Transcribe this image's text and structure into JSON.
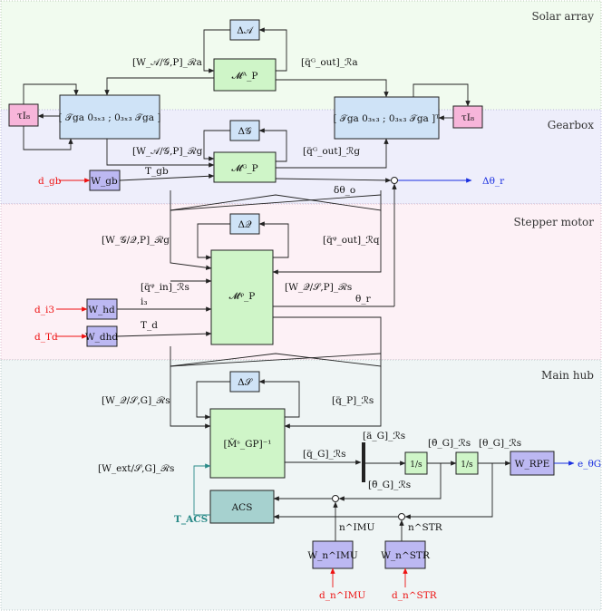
{
  "sections": {
    "solar": "Solar array",
    "gearbox": "Gearbox",
    "stepper": "Stepper motor",
    "hub": "Main hub"
  },
  "colors": {
    "solar_bg": "#f1fbef",
    "gearbox_bg": "#eeeefb",
    "stepper_bg": "#fdf1f6",
    "hub_bg": "#eff5f5",
    "green_block": "#cff5c8",
    "blue_block": "#cfe3f7",
    "pink_block": "#f7b5da",
    "purple_block": "#bcb8f2",
    "teal_block": "#a6d1cf",
    "red_input": "#e11111",
    "blue_output": "#1a2fe0",
    "teal_signal": "#2a8a88"
  },
  "blocks": {
    "delta_a": "Δ𝒜",
    "m_a": "𝓜ᴬ_P",
    "tau_left": "τI₈",
    "tau_right": "τI₈",
    "rot_left": "[ 𝒯ga  0₃ₓ₃ ; 0₃ₓ₃  𝒯ga ]",
    "rot_right": "[ 𝒯ga  0₃ₓ₃ ; 0₃ₓ₃  𝒯ga ]ᵀ",
    "delta_g": "Δ𝒢",
    "m_g": "𝓜ᴳ_P",
    "w_gb": "W_gb",
    "delta_q": "Δ𝒬",
    "m_q": "𝓜ᵠ_P",
    "w_hd": "W_hd",
    "w_dhd": "W_dhd",
    "delta_s": "Δ𝒮",
    "m_s": "[M̃ˢ_GP]⁻¹",
    "int1": "1/s",
    "int2": "1/s",
    "w_rpe": "W_RPE",
    "acs": "ACS",
    "w_imu": "W_n^IMU",
    "w_str": "W_n^STR"
  },
  "signals": {
    "w_agp": "[W_𝒜/𝒢,P]_ℛa",
    "q_out_a": "[q̈ᴳ_out]_ℛa",
    "w_agp_g": "[W_𝒜/𝒢,P]_ℛg",
    "q_out_g": "[q̈ᴳ_out]_ℛg",
    "t_gb": "T_gb",
    "d_gb": "d_gb",
    "delta_theta_r": "Δθ_r",
    "delta_theta_o": "δθ_o",
    "w_gqp": "[W_𝒢/𝒬,P]_ℛg",
    "q_out_q": "[q̈ᵠ_out]_ℛq",
    "q_in_q": "[q̈ᵠ_in]_ℛs",
    "w_qsp": "[W_𝒬/𝒮,P]_ℛs",
    "theta_r": "θ_r",
    "i3": "i₃",
    "td": "T_d",
    "d_i3": "d_i3",
    "d_td": "d_Td",
    "w_qsg": "[W_𝒬/𝒮,G]_ℛs",
    "q_p": "[q̈_P]_ℛs",
    "q_g": "[q̈_G]_ℛs",
    "a_g": "[ä_G]_ℛs",
    "theta_dd": "[θ̈_G]_ℛs",
    "theta_d": "[θ̇_G]_ℛs",
    "theta": "[θ_G]_ℛs",
    "w_ext": "[W_ext/𝒮,G]_ℛs",
    "e_theta": "e_θG",
    "t_acs": "T_ACS",
    "n_imu": "n^IMU",
    "n_str": "n^STR",
    "d_imu": "d_n^IMU",
    "d_str": "d_n^STR"
  }
}
